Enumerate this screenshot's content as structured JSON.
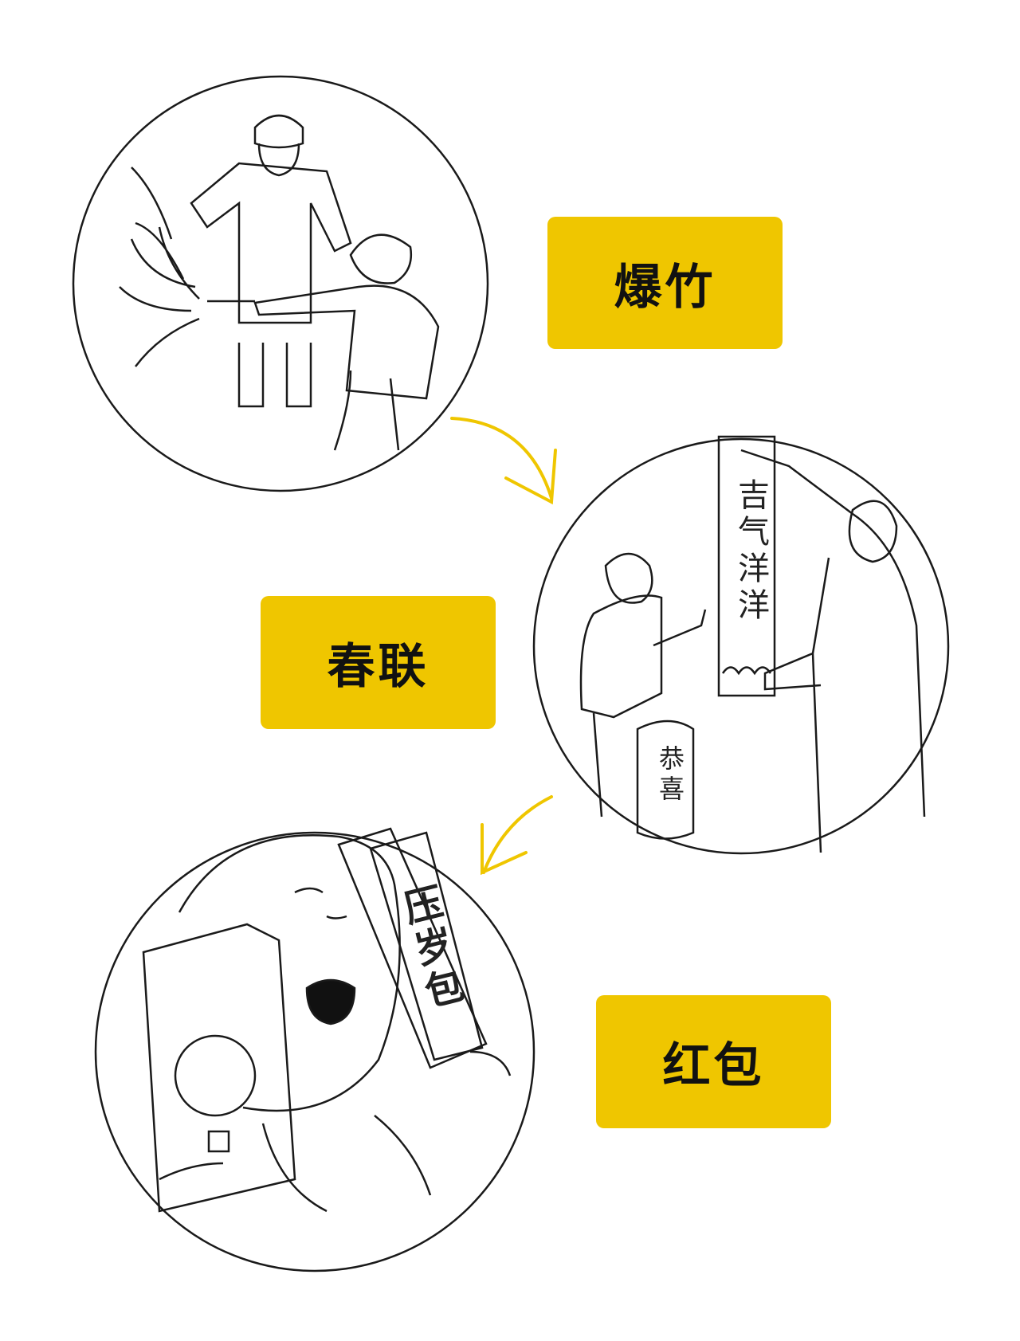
{
  "labels": [
    "爆竹",
    "春联",
    "红包"
  ],
  "illustration_text": {
    "couplet": "吉气洋洋",
    "lantern": "恭喜",
    "red_envelope": "压岁包"
  },
  "colors": {
    "label_bg": "#EFC600",
    "arrow": "#EFC600",
    "line": "#1a1a1a"
  }
}
